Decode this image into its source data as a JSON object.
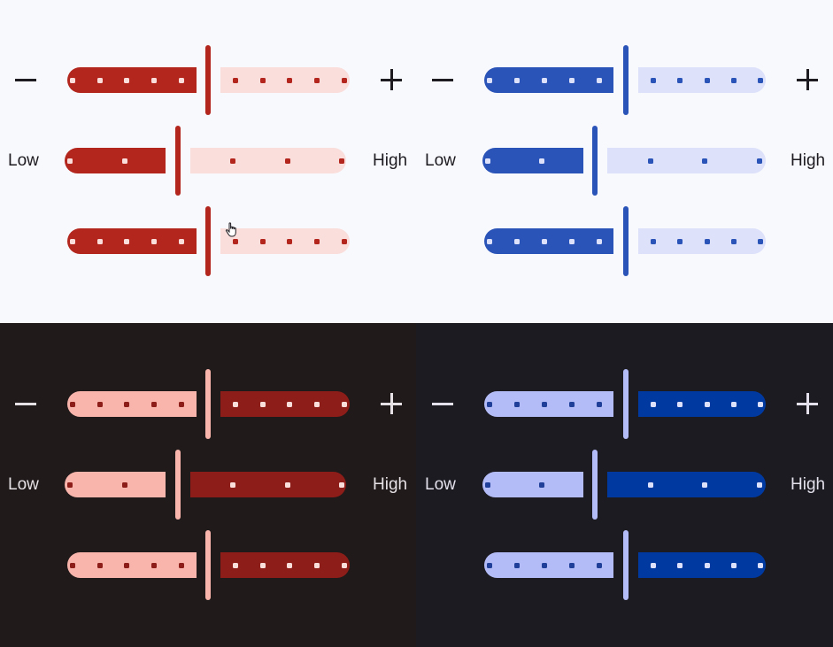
{
  "labels": {
    "low": "Low",
    "high": "High"
  },
  "icons": {
    "decrease": "minus-icon",
    "increase": "plus-icon",
    "cursor": "hand-pointer-cursor-icon"
  },
  "themes": {
    "red_light": {
      "active": "#b3261e",
      "inactive": "#f9dedc",
      "dot_on_active": "#f9dedc",
      "dot_on_inactive": "#b3261e",
      "text": "#1d1b20"
    },
    "blue_light": {
      "active": "#2b54b8",
      "inactive": "#dde1fa",
      "dot_on_active": "#dde1fa",
      "dot_on_inactive": "#2b54b8",
      "text": "#1d1b20"
    },
    "red_dark": {
      "active": "#f9b5ac",
      "inactive": "#8c1d18",
      "dot_on_active": "#8c1d18",
      "dot_on_inactive": "#f9dedc",
      "text": "#e6e1e5"
    },
    "blue_dark": {
      "active": "#b4bcf7",
      "inactive": "#0039a0",
      "dot_on_active": "#1f3f99",
      "dot_on_inactive": "#dde1fa",
      "text": "#e4e1ec"
    }
  },
  "sliders": {
    "top_row": {
      "value_fraction": 0.5,
      "tick_steps": 10
    },
    "middle_row": {
      "value_fraction": 0.4,
      "tick_steps": 5
    },
    "bottom_row": {
      "value_fraction": 0.5,
      "tick_steps": 10
    }
  }
}
